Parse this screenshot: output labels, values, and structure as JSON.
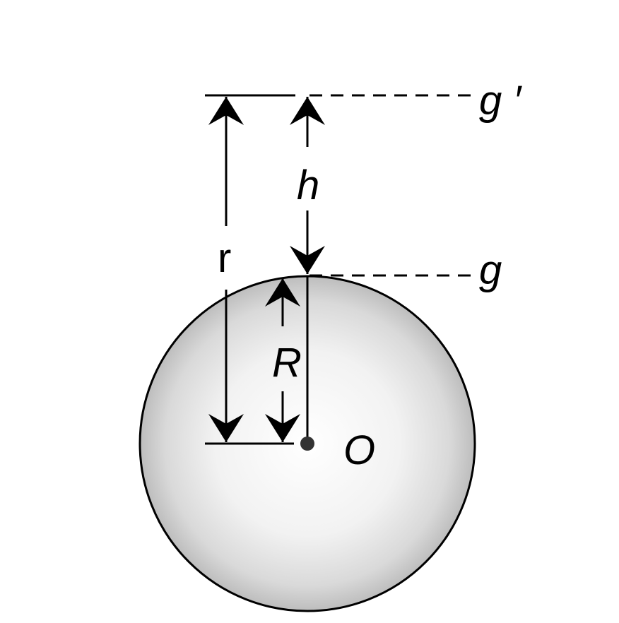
{
  "diagram": {
    "labels": {
      "g_prime": "g ′",
      "g": "g",
      "h": "h",
      "r": "r",
      "R": "R",
      "center": "O"
    },
    "colors": {
      "ink": "#000000",
      "sphere_center": "#ffffff",
      "sphere_edge": "#bdbdbd",
      "background": "#ffffff"
    }
  }
}
